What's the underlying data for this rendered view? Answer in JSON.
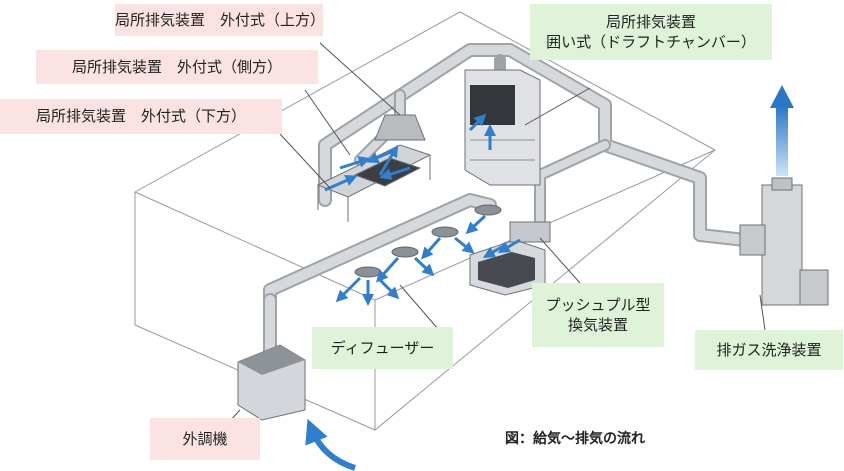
{
  "labels": {
    "exhaust_top": "局所排気装置　外付式（上方）",
    "exhaust_side": "局所排気装置　外付式（側方）",
    "exhaust_bottom": "局所排気装置　外付式（下方）",
    "enclosure_line1": "局所排気装置",
    "enclosure_line2": "囲い式（ドラフトチャンバー）",
    "push_pull_line1": "プッシュプル型",
    "push_pull_line2": "換気装置",
    "diffuser": "ディフューザー",
    "gas_scrubber": "排ガス洗浄装置",
    "outdoor_unit": "外調機"
  },
  "caption": "図：給気〜排気の流れ",
  "colors": {
    "pink_box": "#fbe3e3",
    "green_box": "#dff3d9",
    "arrow_blue": "#2f7fd0",
    "duct_gray": "#c9ccd0",
    "room_line": "#9a9a9a"
  }
}
